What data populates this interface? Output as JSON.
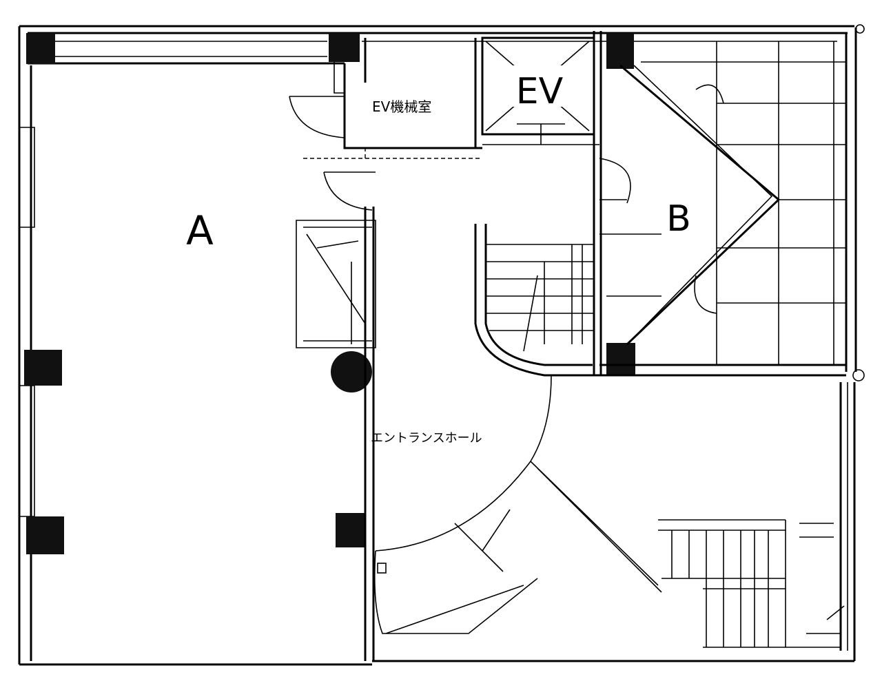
{
  "plan": {
    "rooms": {
      "a": "A",
      "b": "B",
      "ev": "EV",
      "ev_machine_room": "EV機械室",
      "entrance_hall": "エントランスホール"
    }
  }
}
